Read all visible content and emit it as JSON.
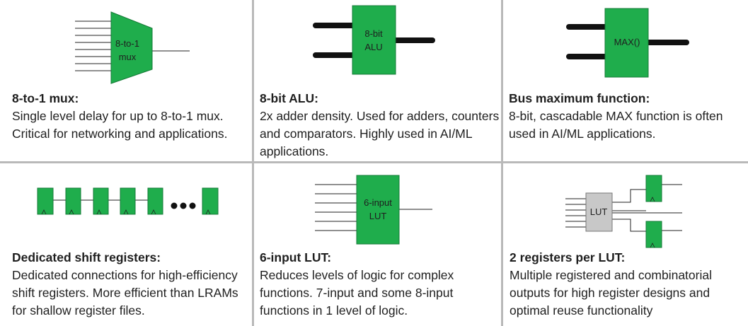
{
  "colors": {
    "green": "#1fad4c",
    "gray": "#c8c8c8",
    "divider": "#b9b9b9",
    "text": "#1f1f1f"
  },
  "cells": [
    {
      "title": "8-to-1 mux:",
      "desc": "Single level delay for up to 8-to-1 mux. Critical for networking and applications.",
      "label1": "8-to-1",
      "label2": "mux"
    },
    {
      "title": "8-bit ALU:",
      "desc": "2x adder density. Used for adders, counters and comparators. Highly used in AI/ML applications.",
      "label1": "8-bit",
      "label2": "ALU"
    },
    {
      "title": "Bus maximum function:",
      "desc": "8-bit, cascadable MAX function is often used in AI/ML applications.",
      "label1": "MAX()"
    },
    {
      "title": "Dedicated shift registers:",
      "desc": "Dedicated connections for high-efficiency shift registers. More efficient than LRAMs for shallow register files."
    },
    {
      "title": "6-input LUT:",
      "desc": "Reduces levels of logic for complex functions. 7-input and some 8-input functions in 1 level of logic.",
      "label1": "6-input",
      "label2": "LUT"
    },
    {
      "title": "2 registers per LUT:",
      "desc": "Multiple registered and combinatorial outputs for high register designs and optimal reuse functionality",
      "label1": "LUT"
    }
  ]
}
